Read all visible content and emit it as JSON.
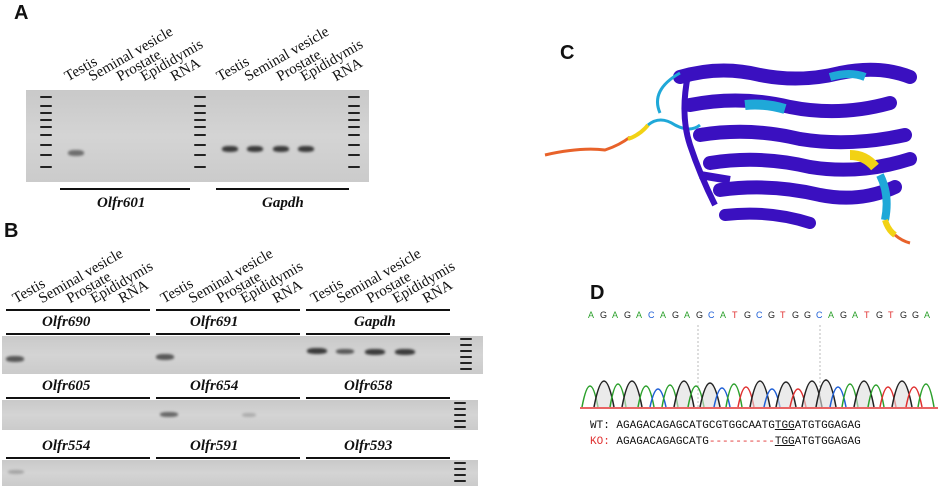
{
  "panels": {
    "a": "A",
    "b": "B",
    "c": "C",
    "d": "D"
  },
  "panel_a": {
    "lanes_left": [
      "Testis",
      "Seminal vesicle",
      "Prostate",
      "Epididymis",
      "RNA"
    ],
    "lanes_right": [
      "Testis",
      "Seminal vesicle",
      "Prostate",
      "Epididymis",
      "RNA"
    ],
    "gene_left": "Olfr601",
    "gene_right": "Gapdh"
  },
  "panel_b": {
    "lanes": [
      "Testis",
      "Seminal vesicle",
      "Prostate",
      "Epididymis",
      "RNA"
    ],
    "row1": [
      "Olfr690",
      "Olfr691",
      "Gapdh"
    ],
    "row2": [
      "Olfr605",
      "Olfr654",
      "Olfr658"
    ],
    "row3": [
      "Olfr554",
      "Olfr591",
      "Olfr593"
    ]
  },
  "panel_d": {
    "bases": [
      "A",
      "G",
      "A",
      "G",
      "A",
      "C",
      "A",
      "G",
      "A",
      "G",
      "C",
      "A",
      "T",
      "G",
      "C",
      "G",
      "T",
      "G",
      "G",
      "C",
      "A",
      "G",
      "A",
      "T",
      "G",
      "T",
      "G",
      "G",
      "A"
    ],
    "wt_label": "WT:",
    "wt_seq_a": "AGAGACAGAGCATGCGTGGCAATG",
    "wt_seq_pam": "TGG",
    "wt_seq_b": "ATGTGGAGAG",
    "ko_label": "KO:",
    "ko_seq_a": "AGAGACAGAGCATG",
    "ko_seq_del": "----------",
    "ko_seq_pam": "TGG",
    "ko_seq_b": "ATGTGGAGAG"
  },
  "colors": {
    "A": "#2ca02c",
    "C": "#1f5fd6",
    "G": "#222222",
    "T": "#e03030",
    "helix_dark": "#3a10c0",
    "helix_light": "#1fa8d8",
    "coil_yellow": "#f2d214",
    "coil_orange": "#e8622a"
  }
}
